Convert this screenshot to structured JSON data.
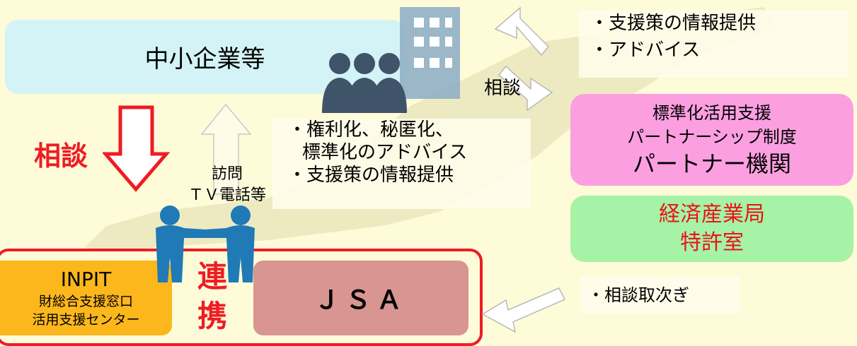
{
  "sme": {
    "label": "中小企業等"
  },
  "right_note": {
    "lines": [
      "・支援策の情報提供",
      "・アドバイス"
    ]
  },
  "consult_right": "相談",
  "consult_left": "相談",
  "mid_note": {
    "lines": [
      "・権利化、秘匿化、",
      "標準化のアドバイス",
      "・支援策の情報提供"
    ]
  },
  "visit": {
    "lines": [
      "訪問",
      "ＴＶ電話等"
    ]
  },
  "partner": {
    "line1": "標準化活用支援",
    "line2": "パートナーシップ制度",
    "line3": "パートナー機関"
  },
  "meti": {
    "line1": "経済産業局",
    "line2": "特許室"
  },
  "bottom_note": {
    "lines": [
      "・相談取次ぎ"
    ]
  },
  "inpit": {
    "title": "INPIT",
    "line1": "財総合支援窓口",
    "line2": "活用支援センター"
  },
  "renkei": {
    "char1": "連",
    "char2": "携"
  },
  "jsa": {
    "label": "ＪＳＡ"
  },
  "colors": {
    "sme": "#d4f3f7",
    "partner": "#fc9fe1",
    "meti": "#a6f2a6",
    "inpit": "#fcb71c",
    "jsa": "#d89591",
    "accent_red": "#ee1c24"
  }
}
